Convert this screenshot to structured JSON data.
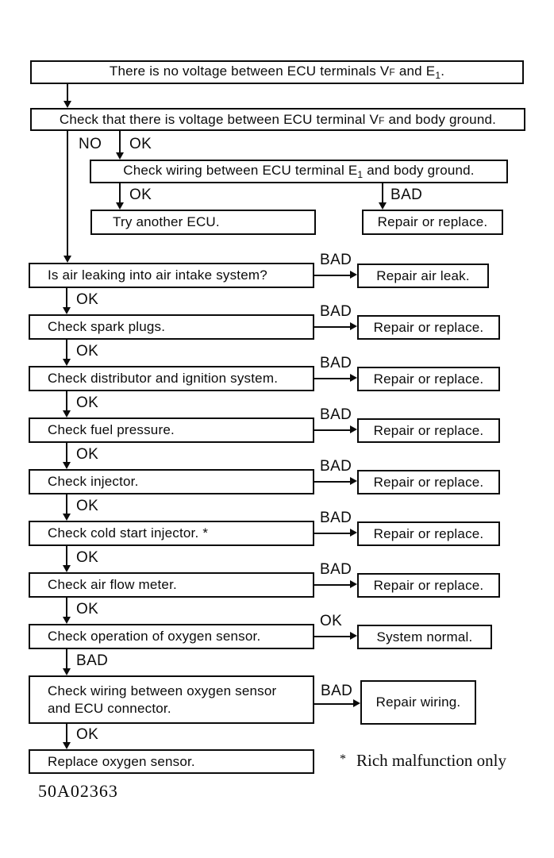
{
  "flowchart": {
    "box_no_voltage": {
      "t1": "There is no voltage between ECU terminals V",
      "small": "F",
      "t2": " and E",
      "sub": "1",
      "t3": "."
    },
    "box_check_voltage": {
      "t1": "Check that there is voltage between ECU terminal V",
      "small": "F",
      "t2": " and body ground."
    },
    "box_check_wiring_e1": {
      "t1": "Check wiring between ECU terminal E",
      "sub": "1",
      "t2": " and body ground."
    },
    "labels": {
      "no": "NO",
      "ok": "OK",
      "bad": "BAD"
    },
    "box_try_ecu": "Try another ECU.",
    "box_repair_replace_top": "Repair or replace.",
    "steps": [
      {
        "check": "Is air leaking into air intake system?",
        "branch": "BAD",
        "result": "Repair air leak.",
        "down": "OK"
      },
      {
        "check": "Check spark plugs.",
        "branch": "BAD",
        "result": "Repair or replace.",
        "down": "OK"
      },
      {
        "check": "Check distributor and ignition system.",
        "branch": "BAD",
        "result": "Repair or replace.",
        "down": "OK"
      },
      {
        "check": "Check fuel pressure.",
        "branch": "BAD",
        "result": "Repair or replace.",
        "down": "OK"
      },
      {
        "check": "Check injector.",
        "branch": "BAD",
        "result": "Repair or replace.",
        "down": "OK"
      },
      {
        "check": "Check cold start injector. *",
        "branch": "BAD",
        "result": "Repair or replace.",
        "down": "OK"
      },
      {
        "check": "Check air flow meter.",
        "branch": "BAD",
        "result": "Repair or replace.",
        "down": "OK"
      },
      {
        "check": "Check operation of oxygen sensor.",
        "branch": "OK",
        "result": "System normal.",
        "down": "BAD"
      },
      {
        "check": "Check wiring between oxygen sensor and ECU connector.",
        "branch": "BAD",
        "result": "Repair wiring.",
        "down": "OK"
      },
      {
        "check": "Replace oxygen sensor."
      }
    ],
    "footnote": {
      "marker": "*",
      "text": "Rich malfunction only"
    },
    "doc_code": "50A02363"
  }
}
